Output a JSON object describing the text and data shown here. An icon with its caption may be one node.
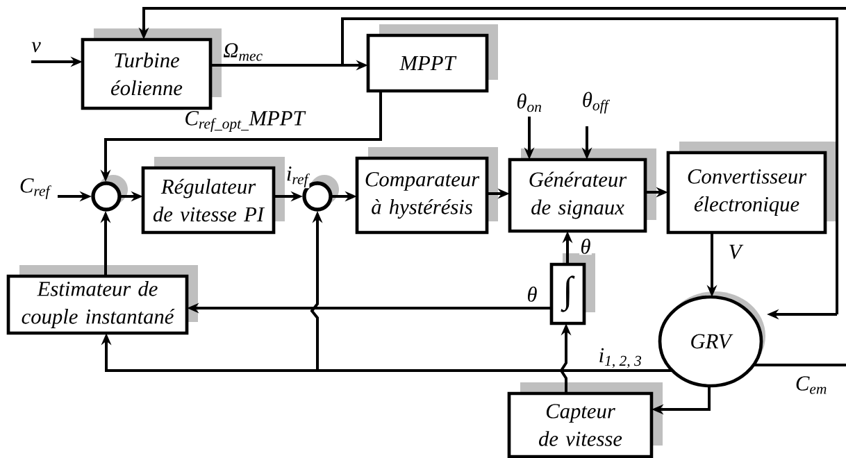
{
  "diagram": {
    "nodes": [
      {
        "text": [
          "Turbine éolienne"
        ]
      },
      {
        "text": [
          "MPPT"
        ]
      },
      {
        "text": [],
        "shape": "circle"
      },
      {
        "text": [
          "Régulateur de vitesse PI"
        ]
      },
      {
        "text": [],
        "shape": "circle"
      },
      {
        "text": [
          "Comparateur à hystérésis"
        ]
      },
      {
        "text": [
          "Générateur de signaux"
        ]
      },
      {
        "text": [
          "Convertisseur électronique"
        ]
      },
      {
        "text": [
          "Estimateur de couple instantané"
        ]
      },
      {
        "text": [
          "∫"
        ]
      },
      {
        "text": [
          "GRV"
        ]
      },
      {
        "text": [
          "Capteur de vitesse"
        ]
      }
    ],
    "edges": [
      {
        "from": null,
        "to": 0,
        "arrow": "to",
        "label": "v"
      },
      {
        "from": null,
        "to": 0,
        "arrow": "to"
      },
      {
        "from": 0,
        "to": 1,
        "arrow": "to",
        "label": "Ω$_{mec}$"
      },
      {
        "from": 0,
        "to": 10,
        "arrow": "to"
      },
      {
        "from": 1,
        "to": 2,
        "arrow": "to",
        "label": "C$_{ref_opt_}$MPPT"
      },
      {
        "from": null,
        "to": 2,
        "arrow": "to",
        "label": "C$_{ref}$"
      },
      {
        "from": 2,
        "to": 3,
        "arrow": "to"
      },
      {
        "from": 3,
        "to": 4,
        "arrow": "to",
        "label": "i$_{ref}$"
      },
      {
        "from": 4,
        "to": 5,
        "arrow": "to"
      },
      {
        "from": 5,
        "to": 6,
        "arrow": "to"
      },
      {
        "from": null,
        "to": 6,
        "arrow": "to",
        "label": "θ$_{on}$"
      },
      {
        "from": null,
        "to": 6,
        "arrow": "to",
        "label": "θ$_{off}$"
      },
      {
        "from": 6,
        "to": 7,
        "arrow": "to"
      },
      {
        "from": 7,
        "to": 10,
        "arrow": "to",
        "label": "V"
      },
      {
        "from": 9,
        "to": 6,
        "arrow": "to",
        "label": "θ"
      },
      {
        "from": 9,
        "to": 8,
        "arrow": "to",
        "label": "θ"
      },
      {
        "from": 8,
        "to": 2,
        "arrow": "to"
      },
      {
        "from": 10,
        "to": 8,
        "arrow": "to",
        "label": "i$_{1, 2, 3}$"
      },
      {
        "from": 10,
        "to": 4,
        "arrow": "to"
      },
      {
        "from": 10,
        "to": 11,
        "arrow": "to"
      },
      {
        "from": 11,
        "to": 9,
        "arrow": "to"
      },
      {
        "from": 10,
        "to": null,
        "arrow": "none",
        "label": "C$_{em}$"
      }
    ]
  }
}
